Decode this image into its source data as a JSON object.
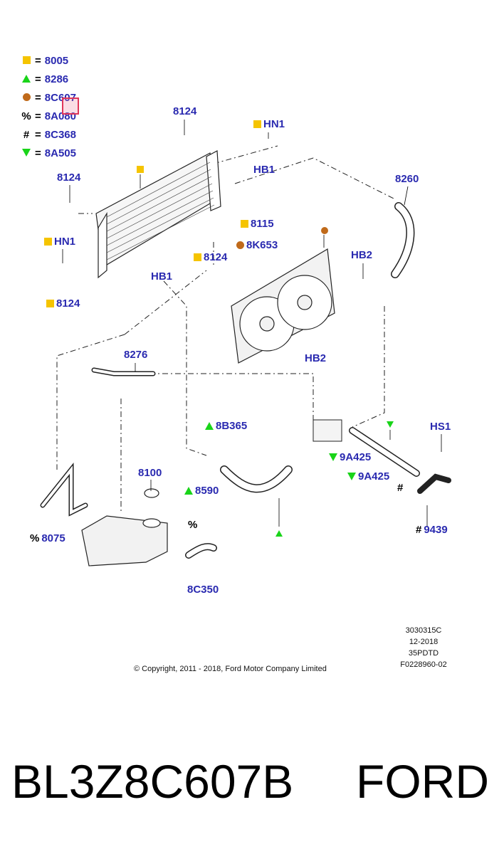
{
  "legend": [
    {
      "symbol": "square",
      "color": "#f5c400",
      "code": "8005"
    },
    {
      "symbol": "triangle-up",
      "color": "#19d419",
      "code": "8286"
    },
    {
      "symbol": "circle",
      "color": "#c06a1a",
      "code": "8C607"
    },
    {
      "symbol": "%",
      "code": "8A080"
    },
    {
      "symbol": "#",
      "code": "8C368"
    },
    {
      "symbol": "triangle-down",
      "color": "#19d419",
      "code": "8A505"
    }
  ],
  "equals": "=",
  "callouts": {
    "c8124_top": "8124",
    "hn1_top": "HN1",
    "hb1_top": "HB1",
    "c8124_left": "8124",
    "c8260": "8260",
    "c8115": "8115",
    "hn1_left": "HN1",
    "c8k653": "8K653",
    "c8124_mid": "8124",
    "hb2_top": "HB2",
    "hb1_low": "HB1",
    "c8124_bottom": "8124",
    "hb2_low": "HB2",
    "c8276": "8276",
    "c8b365": "8B365",
    "hs1": "HS1",
    "c9a425_a": "9A425",
    "c9a425_b": "9A425",
    "c8100": "8100",
    "c8590": "8590",
    "hash": "#",
    "percent": "%",
    "c8075": "8075",
    "c9439": "9439",
    "c8c350": "8C350"
  },
  "meta_lines": [
    "3030315C",
    "12-2018",
    "35PDTD",
    "F0228960-02"
  ],
  "copyright": "© Copyright, 2011 - 2018, Ford Motor Company Limited",
  "part_number": "BL3Z8C607B",
  "brand": "FORD"
}
